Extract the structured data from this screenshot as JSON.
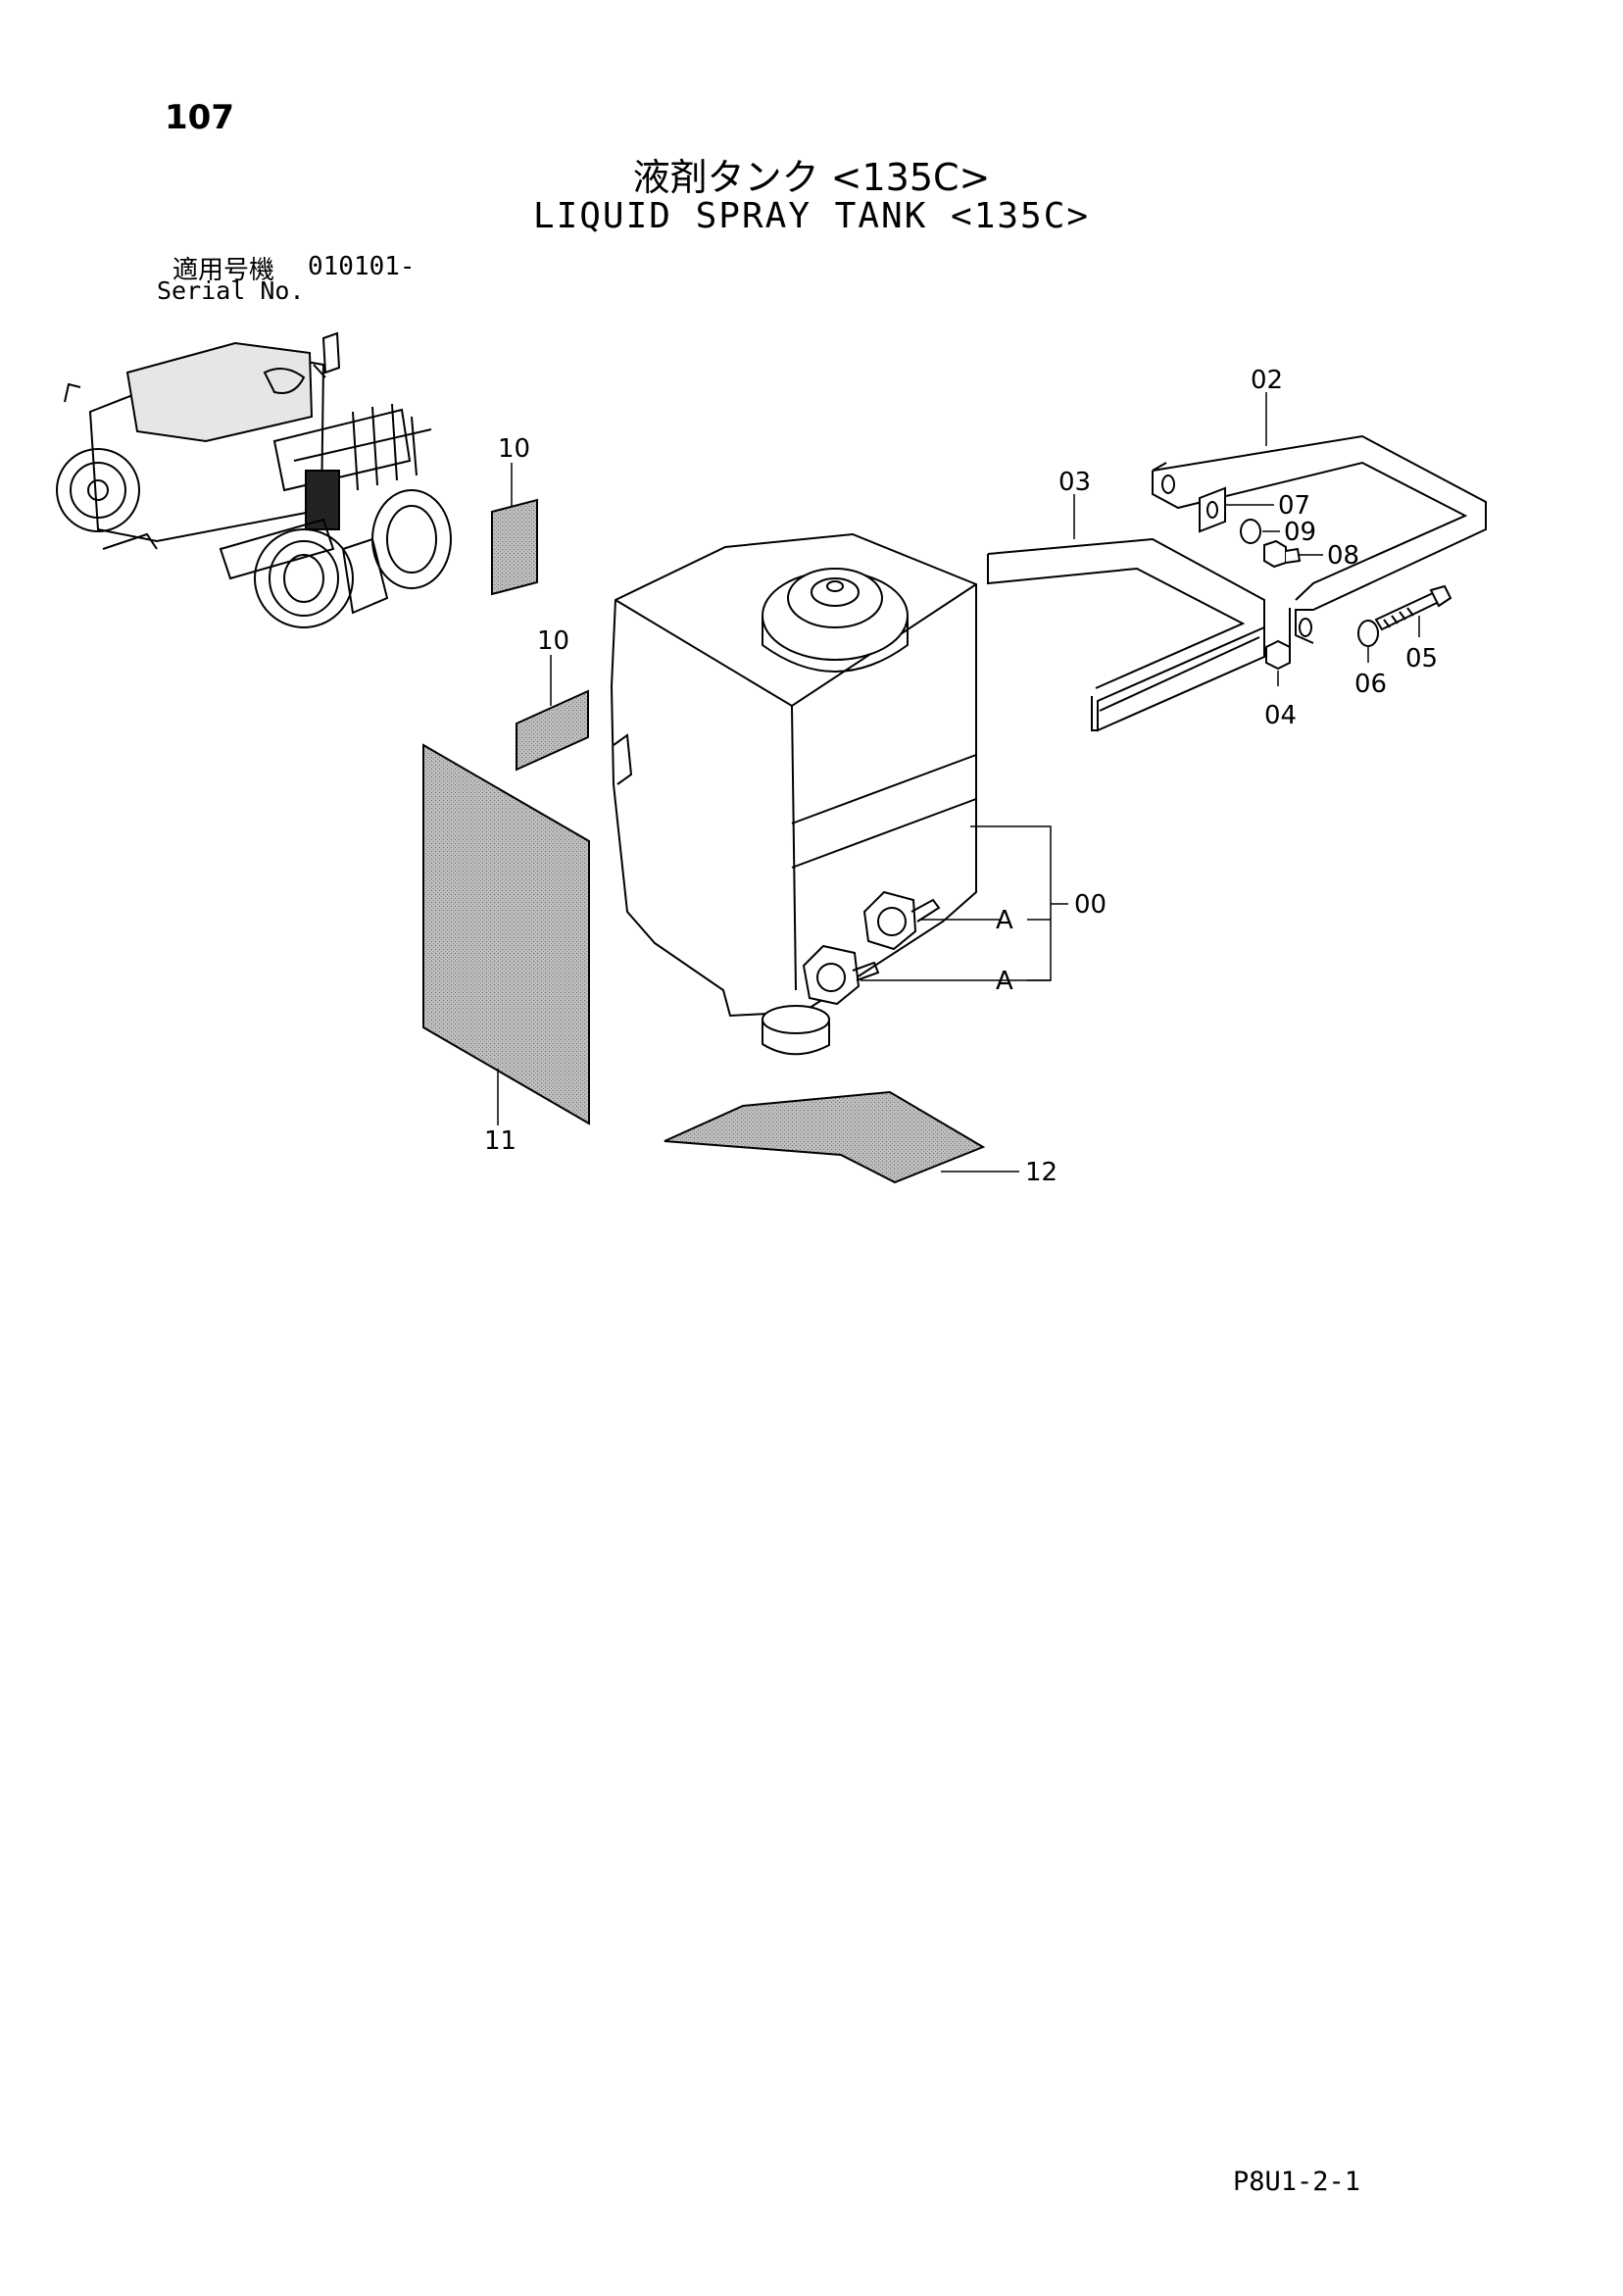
{
  "page_number": "107",
  "title_ja": "液剤タンク <135C>",
  "title_en": "LIQUID SPRAY TANK <135C>",
  "serial_label_ja": "適用号機",
  "serial_value": "010101-",
  "serial_label_en": "Serial No.",
  "page_code": "P8U1-2-1",
  "callouts": {
    "c00": "00",
    "c02": "02",
    "c03": "03",
    "c04": "04",
    "c05": "05",
    "c06": "06",
    "c07": "07",
    "c08": "08",
    "c09": "09",
    "c10a": "10",
    "c10b": "10",
    "c11": "11",
    "c12": "12",
    "ref_a1": "A",
    "ref_a2": "A"
  }
}
